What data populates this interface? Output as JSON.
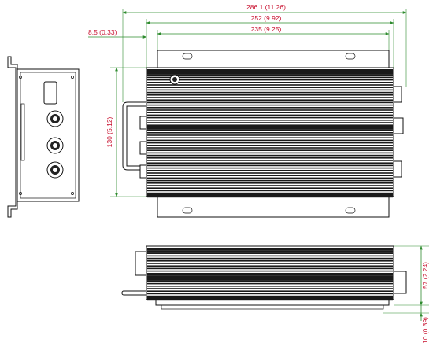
{
  "dimensions": {
    "overall_width": "286.1 (11.26)",
    "body_width": "252 (9.92)",
    "mount_width": "235 (9.25)",
    "offset": "8.5 (0.33)",
    "height_top_view": "130 (5.12)",
    "height_side_view": "57 (2.24)",
    "base_thickness": "10 (0.39)"
  },
  "colors": {
    "dimension_line": "#2e8b2e",
    "dimension_text": "#c8102e",
    "outline": "#111111",
    "fin_dark": "#1a1a1a"
  }
}
